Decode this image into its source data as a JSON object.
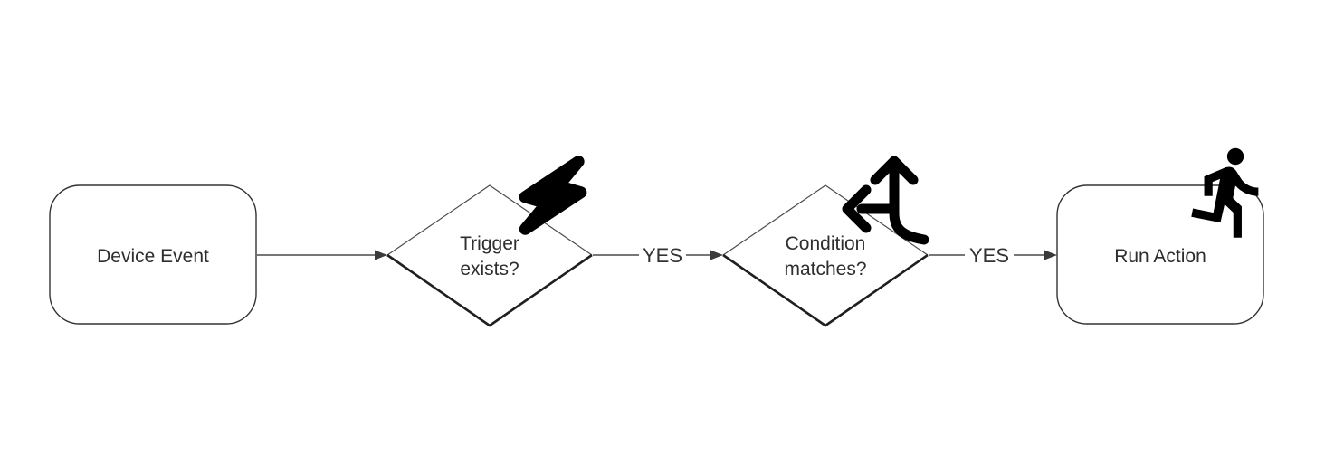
{
  "diagram": {
    "type": "flowchart",
    "background_color": "#ffffff",
    "node_fill_color": "#ffffff",
    "node_border_color": "#333333",
    "connector_color": "#4a4a4a",
    "decision_bottom_edge_color": "#1f1f1f",
    "icon_color": "#000000",
    "text_color": "#2e2e2e",
    "nodes": [
      {
        "id": "device-event",
        "shape": "rounded-rectangle",
        "label": "Device Event"
      },
      {
        "id": "trigger-exists",
        "shape": "diamond",
        "label": "Trigger exists?",
        "line1": "Trigger",
        "line2": "exists?",
        "icon": "lightning-bolt-icon"
      },
      {
        "id": "condition-matches",
        "shape": "diamond",
        "label": "Condition matches?",
        "line1": "Condition",
        "line2": "matches?",
        "icon": "split-arrows-icon"
      },
      {
        "id": "run-action",
        "shape": "rounded-rectangle",
        "label": "Run Action",
        "icon": "running-person-icon"
      }
    ],
    "edges": [
      {
        "from": "device-event",
        "to": "trigger-exists",
        "label": ""
      },
      {
        "from": "trigger-exists",
        "to": "condition-matches",
        "label": "YES"
      },
      {
        "from": "condition-matches",
        "to": "run-action",
        "label": "YES"
      }
    ]
  }
}
